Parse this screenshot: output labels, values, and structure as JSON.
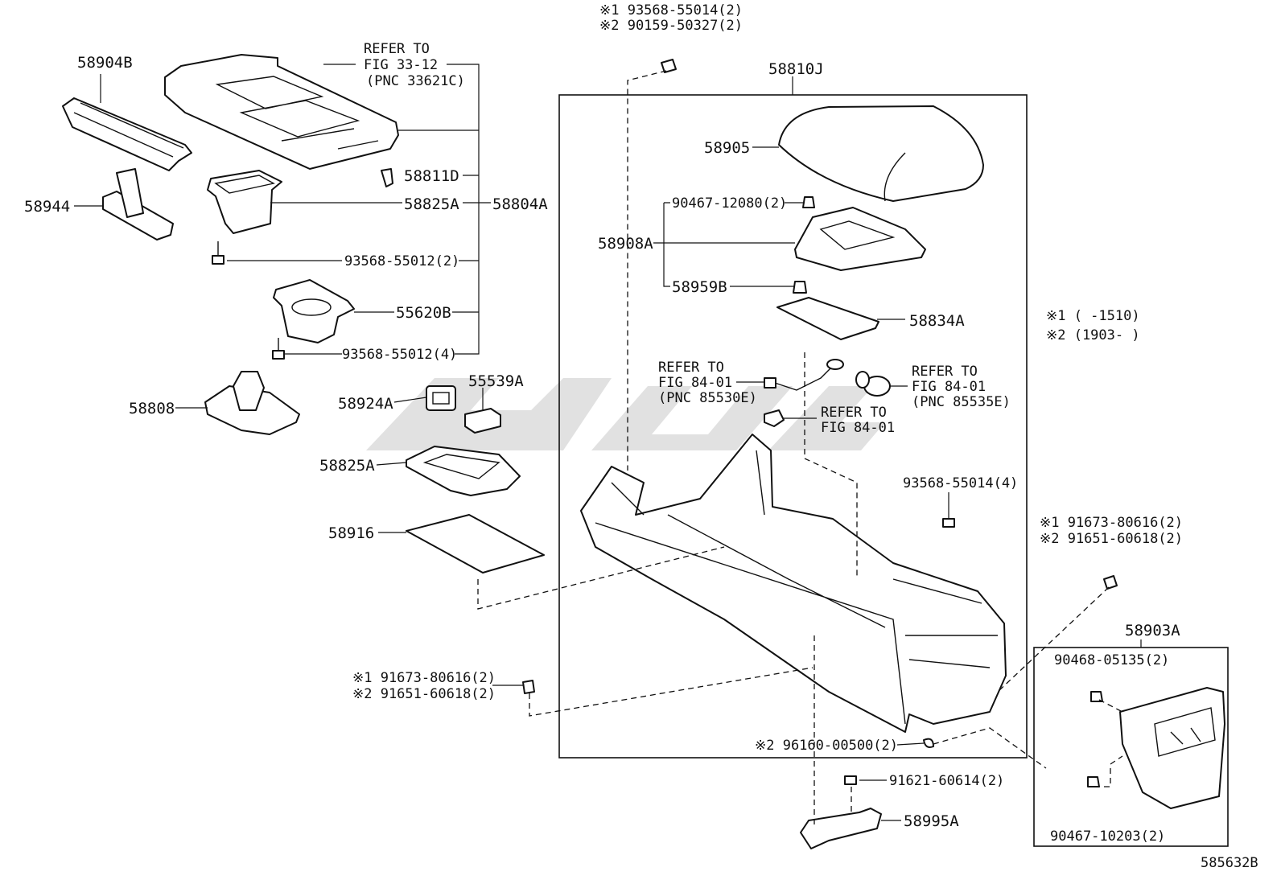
{
  "labels": {
    "p58904B": "58904B",
    "ref3312_l1": "REFER TO",
    "ref3312_l2": "FIG 33-12",
    "ref3312_l3": "(PNC 33621C)",
    "p58944": "58944",
    "p58811D": "58811D",
    "p58825A_top": "58825A",
    "p58804A": "58804A",
    "screw_55012_2": "93568-55012(2)",
    "p55620B": "55620B",
    "screw_55012_4": "93568-55012(4)",
    "p58808": "58808",
    "p55539A": "55539A",
    "p58924A": "58924A",
    "p58825A_tray": "58825A",
    "p58916": "58916",
    "top_screw_1": "※1 93568-55014(2)",
    "top_screw_2": "※2 90159-50327(2)",
    "p58810J": "58810J",
    "p58905": "58905",
    "screw_12080": "90467-12080(2)",
    "p58908A": "58908A",
    "p58959B": "58959B",
    "p58834A": "58834A",
    "note1": "※1 (    -1510)",
    "note2": "※2 (1903-    )",
    "ref8401a_l1": "REFER TO",
    "ref8401a_l2": "FIG 84-01",
    "ref8401a_l3": "(PNC 85530E)",
    "ref8401b_l1": "REFER TO",
    "ref8401b_l2": "FIG 84-01",
    "ref8401b_l3": "(PNC 85535E)",
    "ref8401c_l1": "REFER TO",
    "ref8401c_l2": "FIG 84-01",
    "screw_55014_4": "93568-55014(4)",
    "clip_r1": "※1 91673-80616(2)",
    "clip_r2": "※2 91651-60618(2)",
    "p58903A": "58903A",
    "screw_05135": "90468-05135(2)",
    "clip_l1": "※1 91673-80616(2)",
    "clip_l2": "※2 91651-60618(2)",
    "clip_00500": "※2 96160-00500(2)",
    "bolt_60614": "91621-60614(2)",
    "p58995A": "58995A",
    "screw_10203": "90467-10203(2)",
    "diagram_code": "585632B"
  }
}
